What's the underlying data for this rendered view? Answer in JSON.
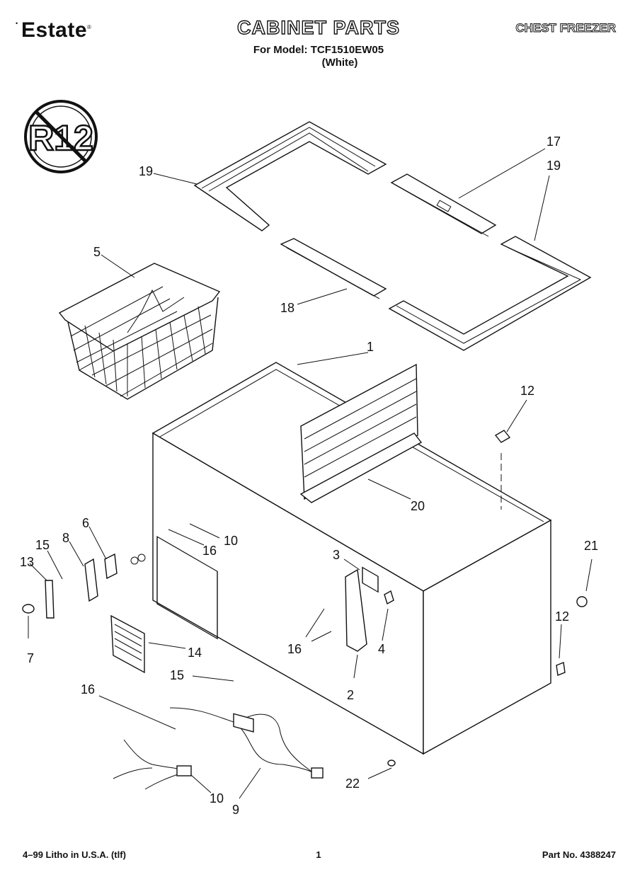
{
  "header": {
    "brand": "Estate",
    "title": "CABINET PARTS",
    "model_line": "For Model: TCF1510EW05",
    "color_line": "(White)",
    "category": "CHEST FREEZER"
  },
  "badge": {
    "text": "R12",
    "icon": "no-r12-prohibition-icon"
  },
  "callouts": {
    "c1": "1",
    "c2": "2",
    "c3": "3",
    "c4": "4",
    "c5": "5",
    "c6": "6",
    "c7": "7",
    "c8": "8",
    "c9": "9",
    "c10a": "10",
    "c10b": "10",
    "c12a": "12",
    "c12b": "12",
    "c13": "13",
    "c14": "14",
    "c15a": "15",
    "c15b": "15",
    "c16a": "16",
    "c16b": "16",
    "c16c": "16",
    "c17": "17",
    "c18": "18",
    "c19a": "19",
    "c19b": "19",
    "c20": "20",
    "c21": "21",
    "c22": "22"
  },
  "footer": {
    "left": "4–99 Litho in U.S.A. (tlf)",
    "page": "1",
    "part_no": "Part No. 4388247"
  }
}
